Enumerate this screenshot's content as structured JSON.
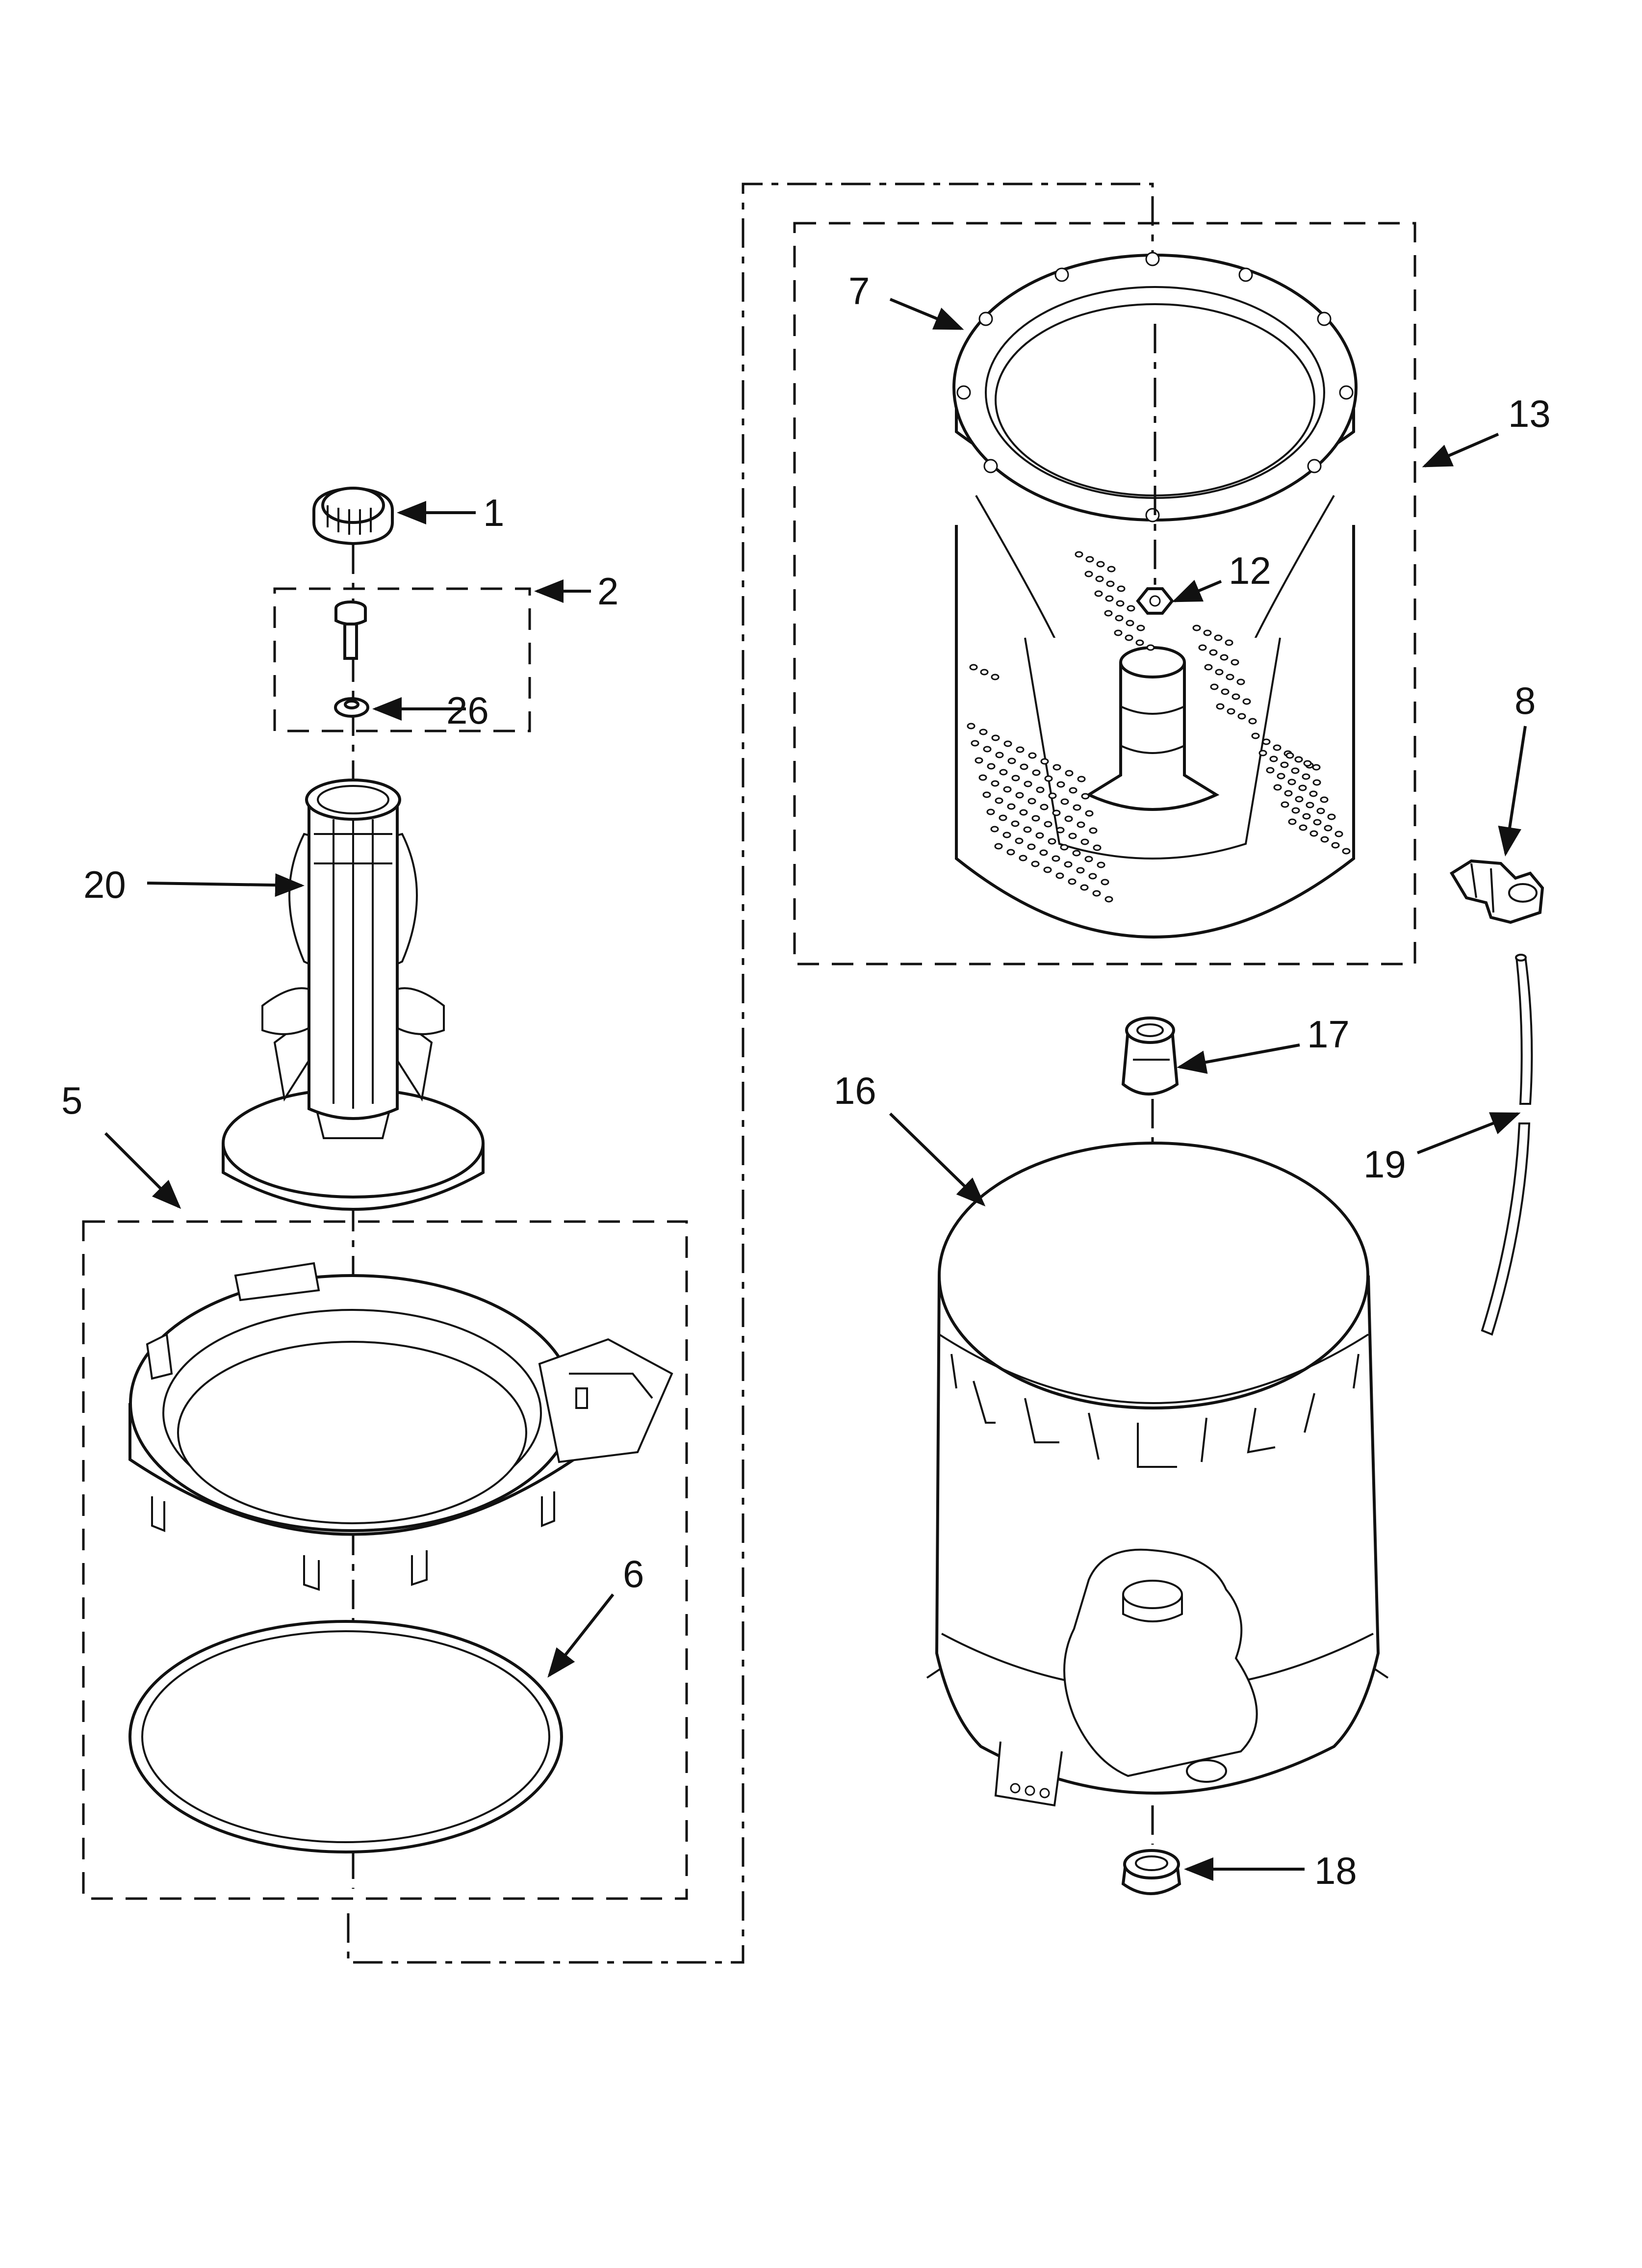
{
  "parts": [
    {
      "id": "1",
      "name": "agitator cap"
    },
    {
      "id": "2",
      "name": "bolt kit"
    },
    {
      "id": "26",
      "name": "washer"
    },
    {
      "id": "20",
      "name": "agitator"
    },
    {
      "id": "5",
      "name": "tub ring kit"
    },
    {
      "id": "6",
      "name": "tub ring seal"
    },
    {
      "id": "7",
      "name": "balance ring"
    },
    {
      "id": "12",
      "name": "hub nut"
    },
    {
      "id": "13",
      "name": "basket assembly"
    },
    {
      "id": "8",
      "name": "hose clamp"
    },
    {
      "id": "19",
      "name": "hose"
    },
    {
      "id": "16",
      "name": "outer tub"
    },
    {
      "id": "17",
      "name": "seal"
    },
    {
      "id": "18",
      "name": "bearing"
    }
  ],
  "labels": {
    "p1": "1",
    "p2": "2",
    "p26": "26",
    "p20": "20",
    "p5": "5",
    "p6": "6",
    "p7": "7",
    "p12": "12",
    "p13": "13",
    "p8": "8",
    "p19": "19",
    "p16": "16",
    "p17": "17",
    "p18": "18"
  }
}
